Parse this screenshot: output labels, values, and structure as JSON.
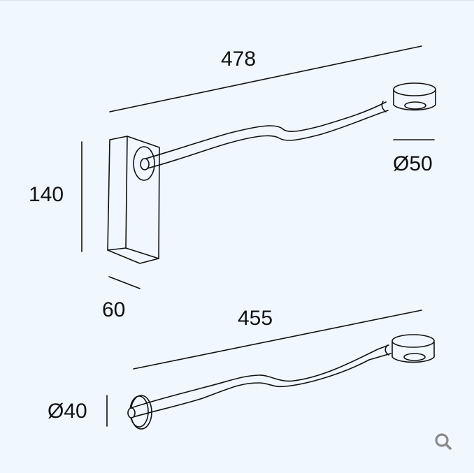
{
  "diagram": {
    "type": "technical-dimension-drawing",
    "subject": "flexible-arm wall lamp",
    "variant_top": {
      "length_label": "478",
      "height_label": "140",
      "depth_label": "60",
      "head_diameter_label": "Ø50"
    },
    "variant_bottom": {
      "length_label": "455",
      "base_diameter_label": "Ø40"
    }
  },
  "controls": {
    "zoom_icon": "magnifier-icon"
  },
  "colors": {
    "background": "#f0f7ff",
    "line": "#111111",
    "icon": "#8a8a8a"
  }
}
